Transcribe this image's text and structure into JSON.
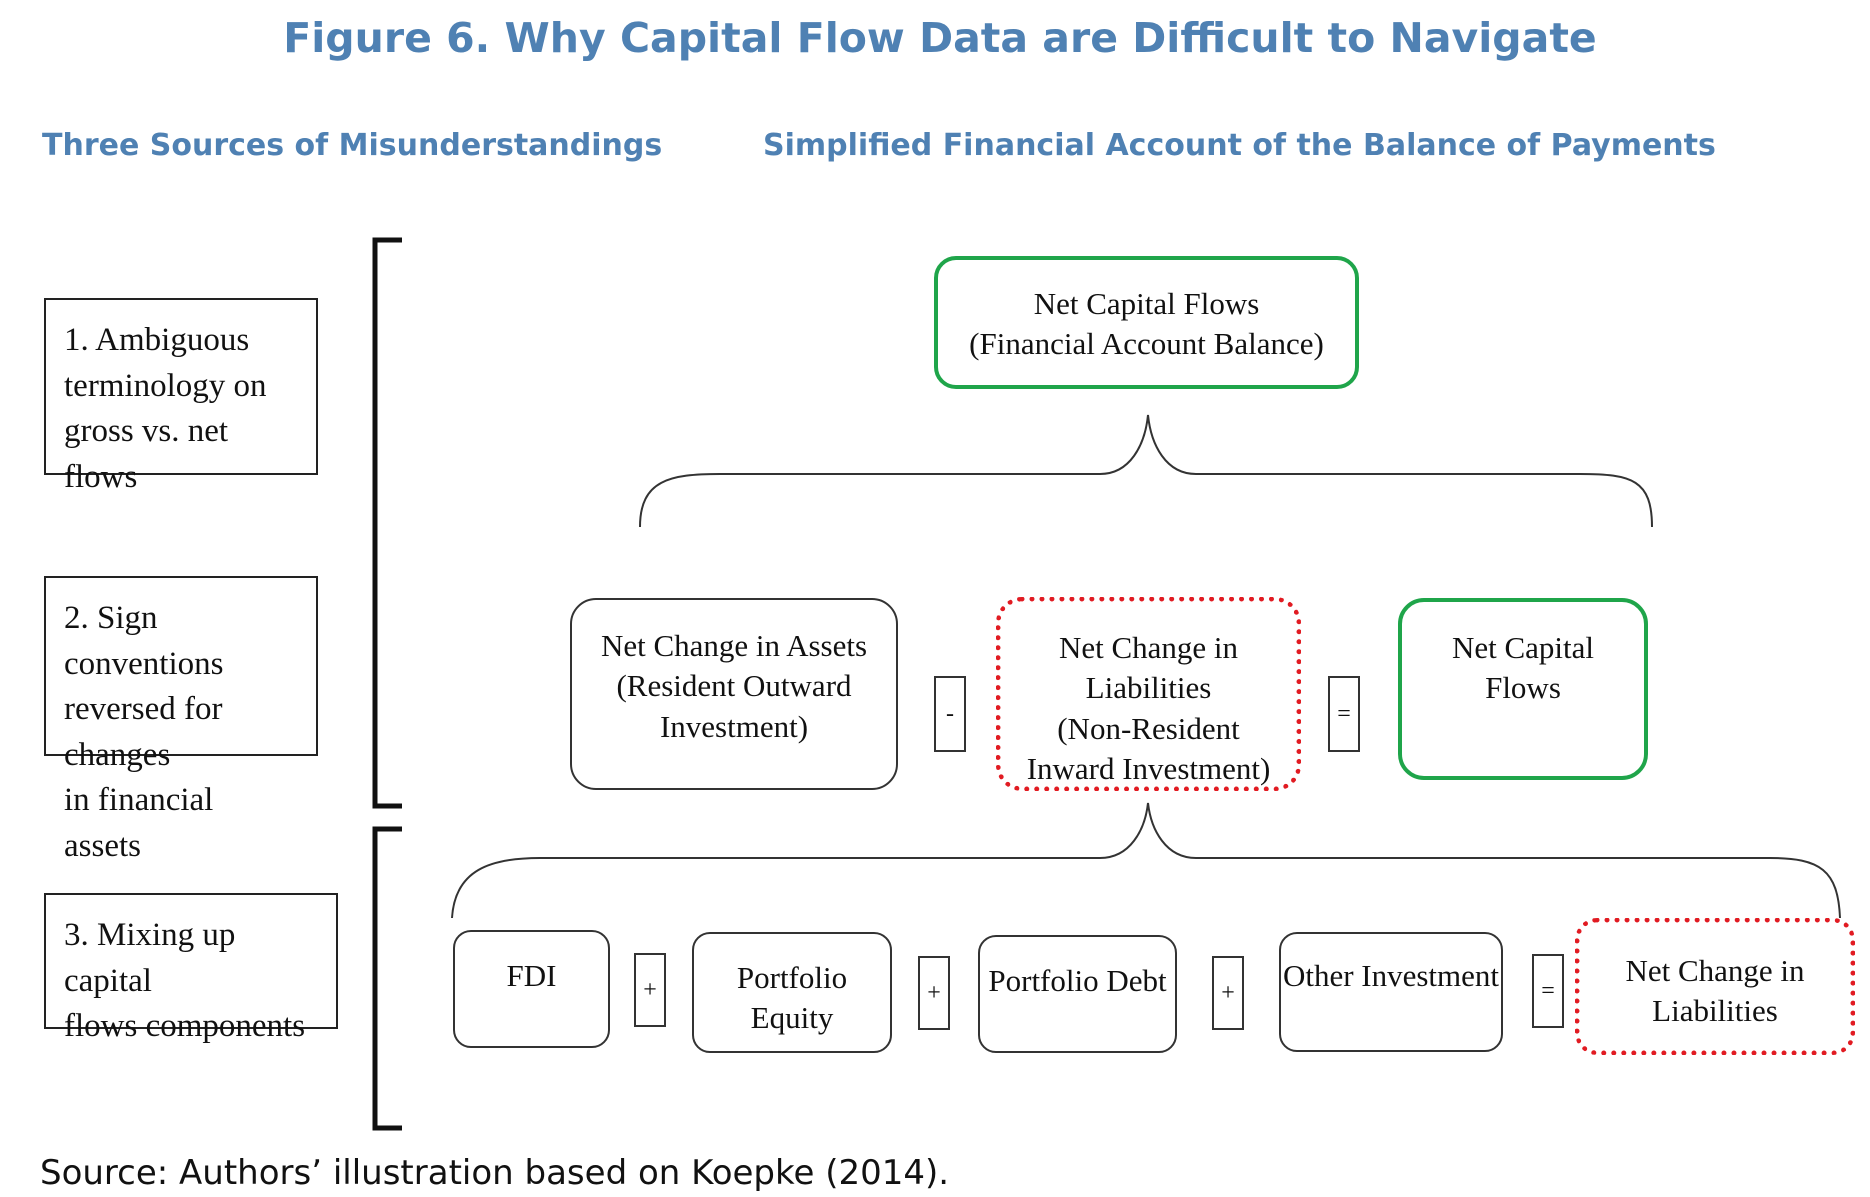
{
  "figure": {
    "title": "Figure 6. Why Capital Flow Data are Difficult to Navigate",
    "left_heading": "Three Sources of Misunderstandings",
    "right_heading": "Simplified Financial Account of the Balance of Payments",
    "source": "Source: Authors’ illustration based on Koepke (2014)."
  },
  "sources": [
    {
      "lines": [
        "1. Ambiguous",
        "terminology on",
        "gross vs. net flows"
      ]
    },
    {
      "lines": [
        "2. Sign conventions",
        "reversed for changes",
        "in financial assets"
      ]
    },
    {
      "lines": [
        "3. Mixing up capital",
        "flows components"
      ]
    }
  ],
  "top_box": {
    "lines": [
      "Net Capital Flows",
      "(Financial Account Balance)"
    ]
  },
  "middle_row": {
    "assets": {
      "lines": [
        "Net Change in Assets",
        "(Resident Outward",
        "Investment)"
      ]
    },
    "minus": "-",
    "liabilities": {
      "lines": [
        "Net Change in Liabilities",
        "(Non-Resident",
        "Inward Investment)"
      ]
    },
    "equals": "=",
    "result": {
      "lines": [
        "Net Capital",
        "Flows"
      ]
    }
  },
  "bottom_row": {
    "fdi": "FDI",
    "plus1": "+",
    "portfolio_equity": "Portfolio Equity",
    "plus2": "+",
    "portfolio_debt": "Portfolio Debt",
    "plus3": "+",
    "other_investment": "Other Investment",
    "equals": "=",
    "result": {
      "lines": [
        "Net Change in",
        "Liabilities"
      ]
    }
  },
  "colors": {
    "heading_blue": "#4f81b3",
    "highlight_green": "#1fa54a",
    "highlight_red": "#e11b22"
  }
}
